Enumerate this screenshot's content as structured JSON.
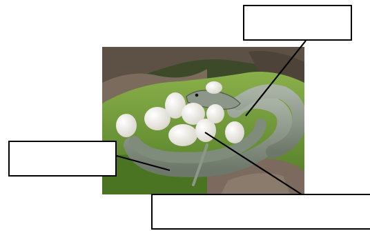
{
  "figure": {
    "subject": "snake-with-eggs-photo",
    "colors": {
      "moss": "#6f9a3a",
      "snake": "#8e9a8a",
      "egg": "#f3f1ea",
      "rock": "#6b5b4e"
    }
  },
  "labels": [
    {
      "id": "top-right",
      "text": ""
    },
    {
      "id": "left",
      "text": ""
    },
    {
      "id": "bottom-right",
      "text": ""
    }
  ]
}
